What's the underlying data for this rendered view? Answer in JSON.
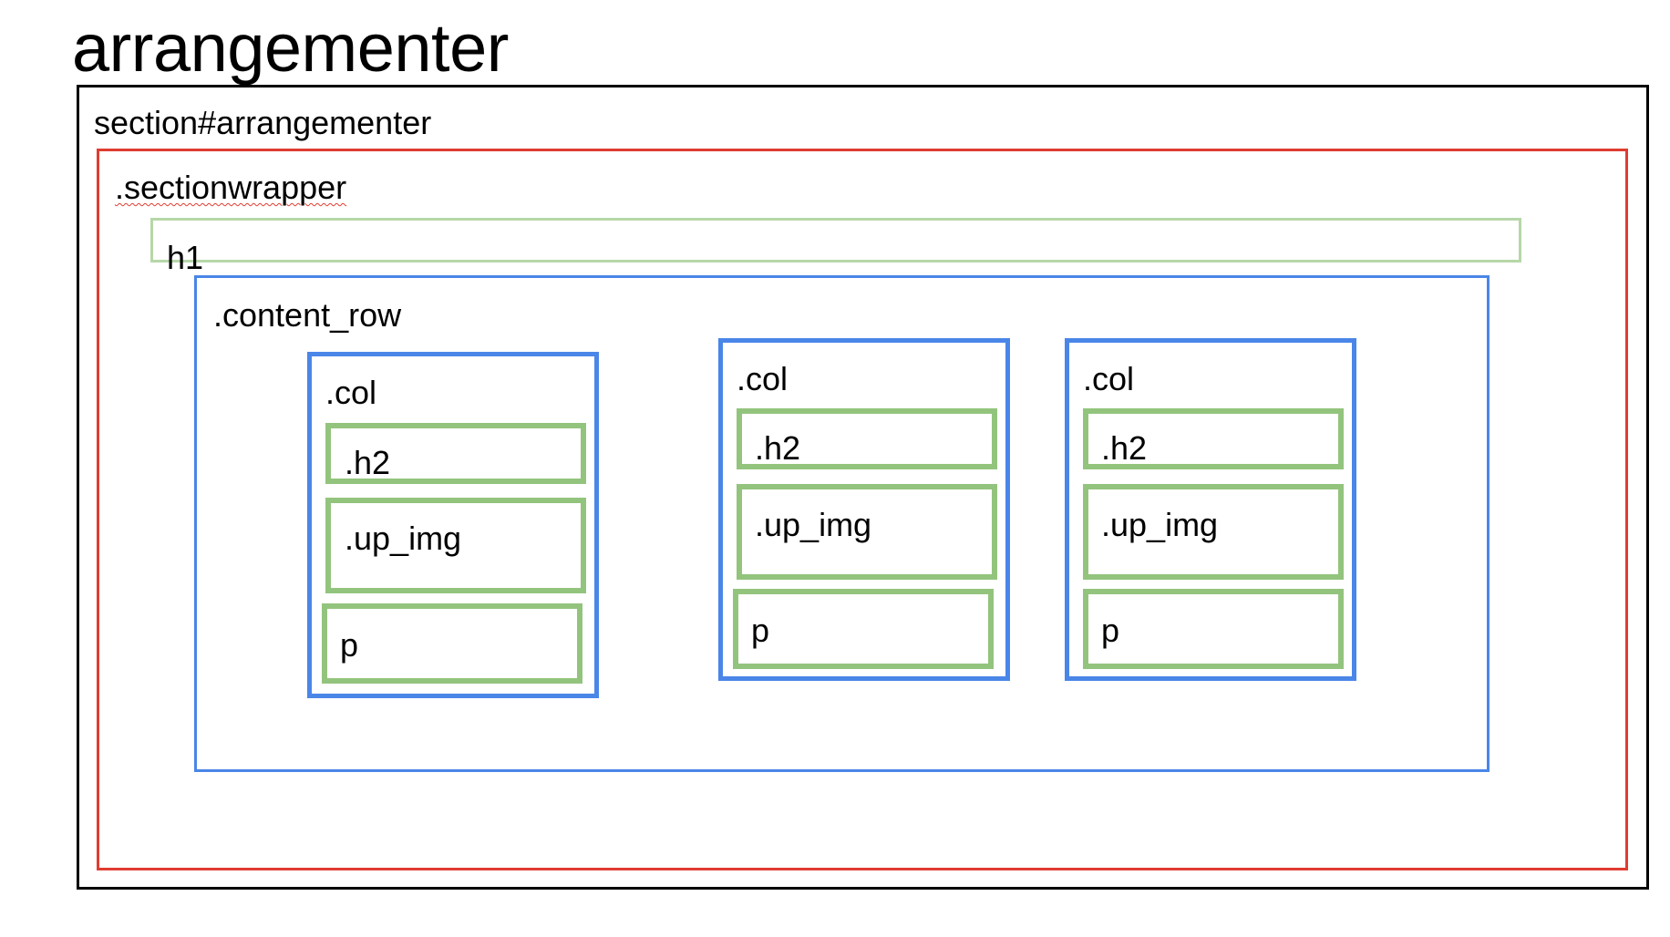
{
  "diagram": {
    "title": "arrangementer",
    "outer": {
      "label": "section#arrangementer",
      "border_color": "#000000"
    },
    "wrapper": {
      "label": ".sectionwrapper",
      "border_color": "#e03c31"
    },
    "heading": {
      "label": "h1",
      "border_color": "#b6d7a8"
    },
    "content_row": {
      "label": ".content_row",
      "border_color": "#4a86e8"
    },
    "columns": [
      {
        "label": ".col",
        "children": [
          ".h2",
          ".up_img",
          "p"
        ]
      },
      {
        "label": ".col",
        "children": [
          ".h2",
          ".up_img",
          "p"
        ]
      },
      {
        "label": ".col",
        "children": [
          ".h2",
          ".up_img",
          "p"
        ]
      }
    ],
    "child_border_color": "#93c47d"
  }
}
